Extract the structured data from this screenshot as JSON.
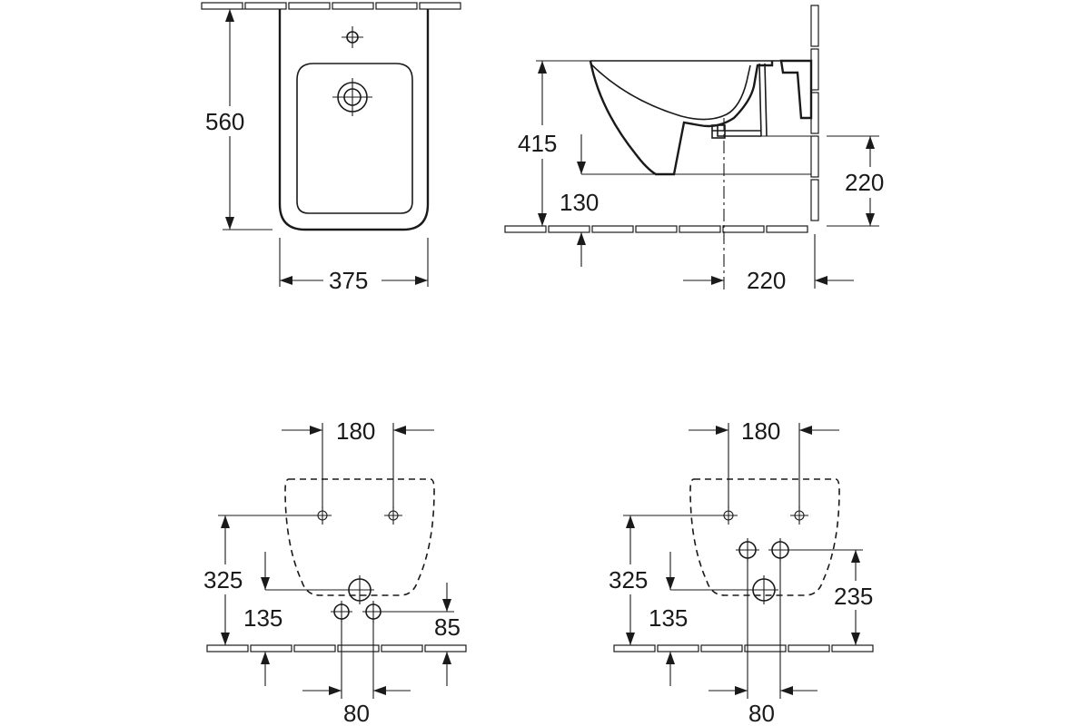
{
  "views": {
    "top": {
      "depth": "560",
      "width": "375"
    },
    "side": {
      "height": "415",
      "floor_clearance": "130",
      "supply_height": "220",
      "wall_offset": "220"
    },
    "floor_plan_left": {
      "bolt_spacing": "180",
      "bolt_height": "325",
      "waste_height": "135",
      "supply_height": "85",
      "supply_spacing": "80"
    },
    "floor_plan_right": {
      "bolt_spacing": "180",
      "bolt_height": "325",
      "waste_height": "135",
      "supply_height": "235",
      "supply_spacing": "80"
    }
  }
}
